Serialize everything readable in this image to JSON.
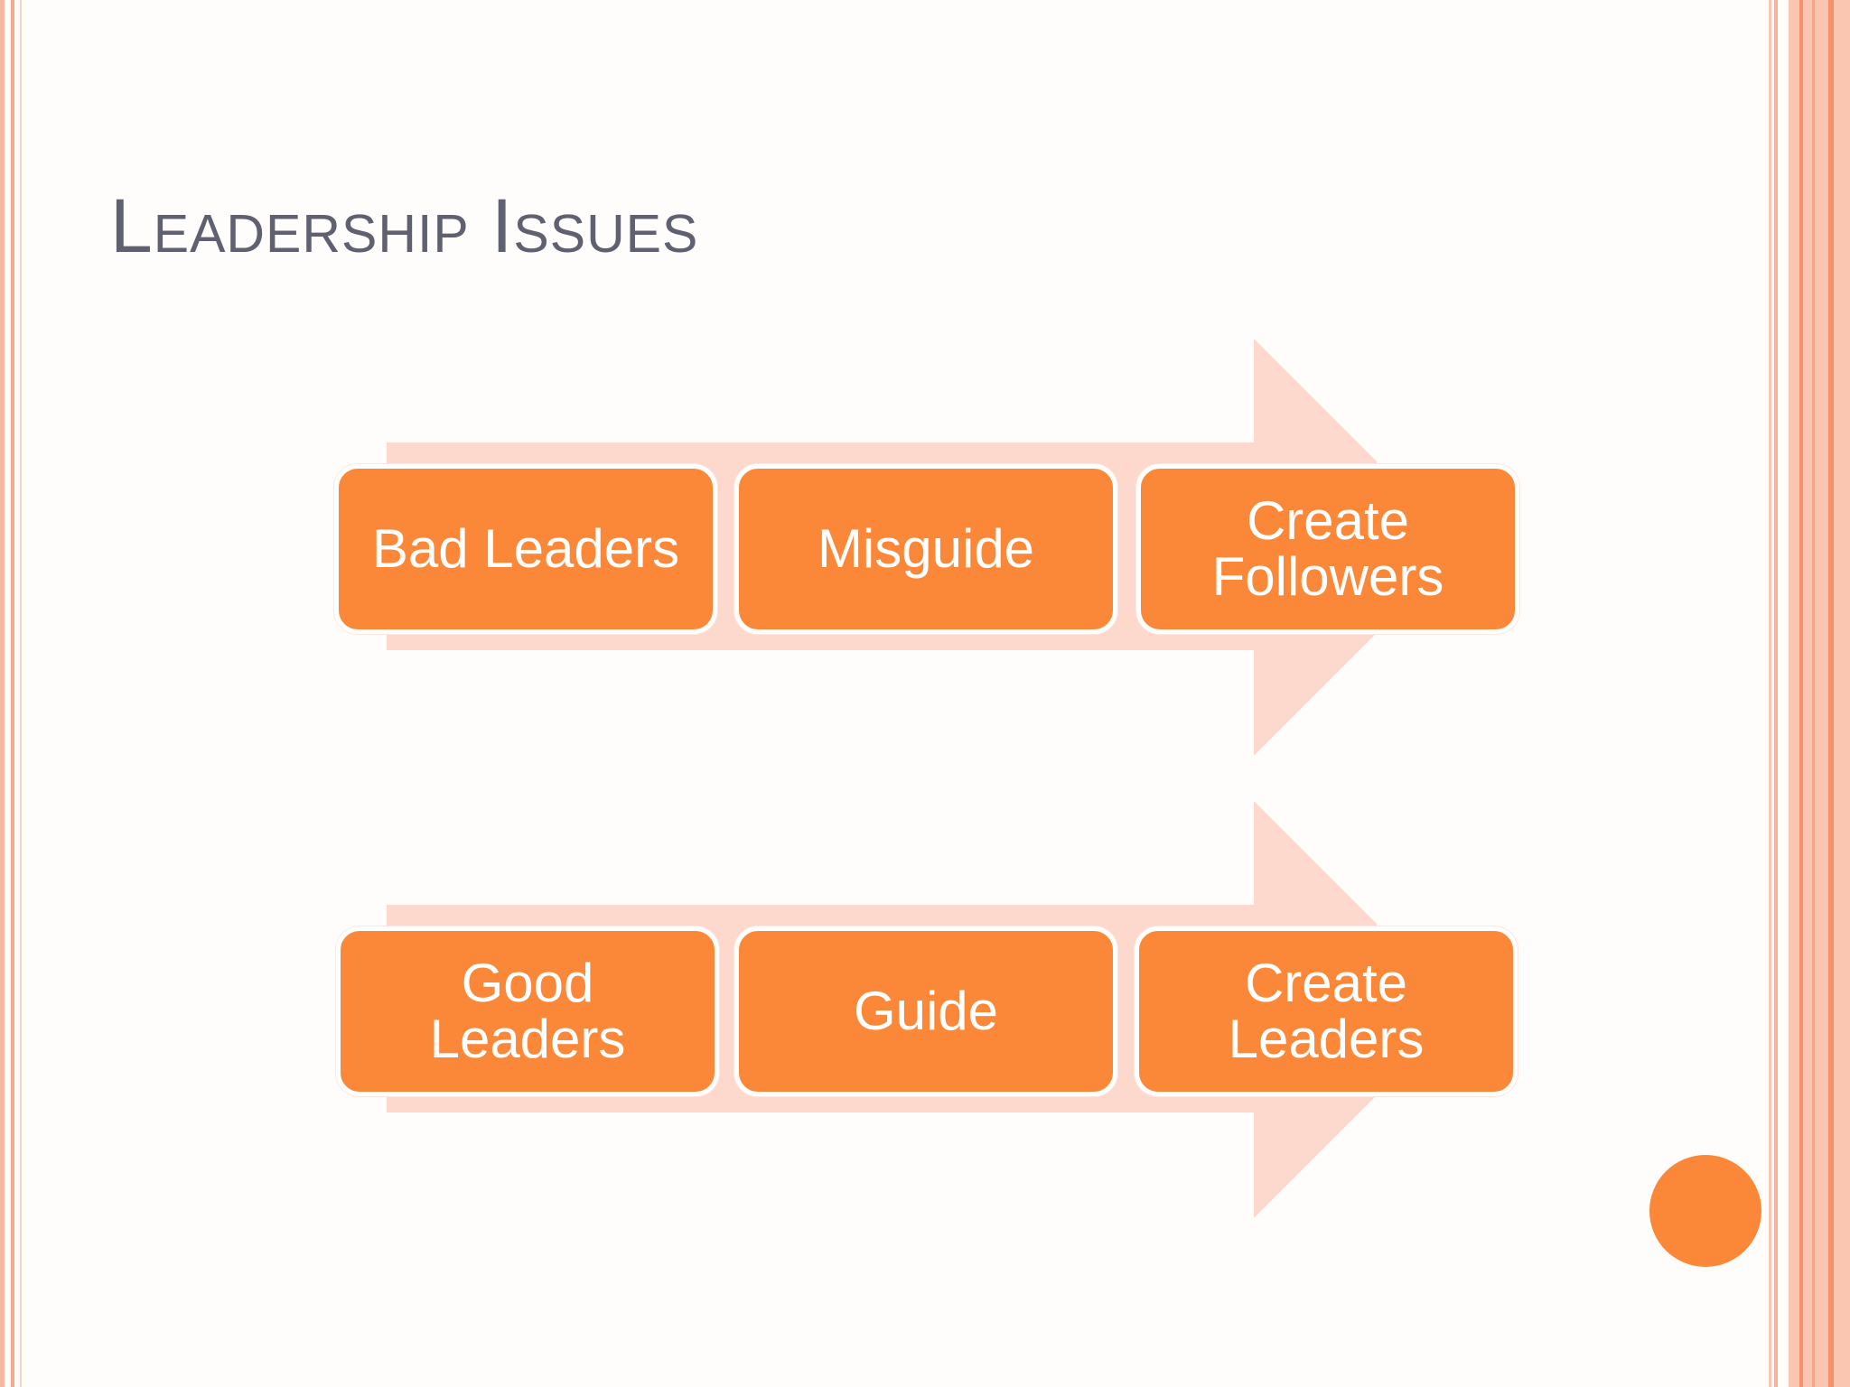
{
  "slide": {
    "title": "Leadership Issues",
    "accent_color": "#fb8838",
    "arrow_color": "#fdd9cd",
    "title_color": "#5f6070"
  },
  "flows": [
    {
      "steps": [
        {
          "label": "Bad Leaders"
        },
        {
          "label": "Misguide"
        },
        {
          "label": "Create Followers"
        }
      ]
    },
    {
      "steps": [
        {
          "label": "Good Leaders"
        },
        {
          "label": "Guide"
        },
        {
          "label": "Create Leaders"
        }
      ]
    }
  ]
}
